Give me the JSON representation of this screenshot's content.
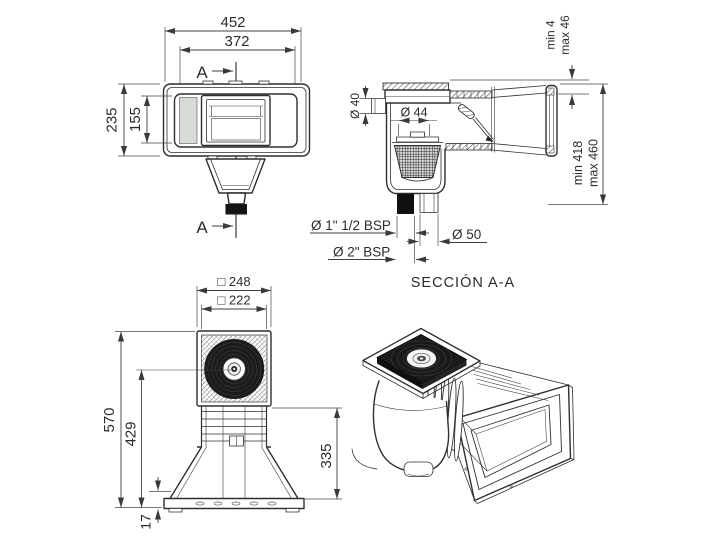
{
  "colors": {
    "line": "#2f2f2f",
    "shaded_panel": "#d6dbd6",
    "dark_fill": "#161616",
    "background": "#ffffff"
  },
  "front": {
    "dim_outer_width": "452",
    "dim_inner_width": "372",
    "dim_outer_height": "235",
    "dim_inner_height": "155",
    "section_marker": "A"
  },
  "section": {
    "caption": "SECCIÓN A-A",
    "lip_min": "min 4",
    "lip_max": "max 46",
    "top_port_diameter": "Ø 40",
    "basket_diameter": "Ø 44",
    "height_min": "min 418",
    "height_max": "max 460",
    "side_port_thread": "Ø 1\" 1/2 BSP",
    "bottom_port_diameter": "Ø 50",
    "bottom_port_thread": "Ø 2\" BSP"
  },
  "bottom": {
    "dim_collar_square": "□ 248",
    "dim_lid_square": "□ 222",
    "dim_total_height": "570",
    "dim_axis_height": "429",
    "dim_body_height": "335",
    "dim_base_thickness": "17"
  }
}
